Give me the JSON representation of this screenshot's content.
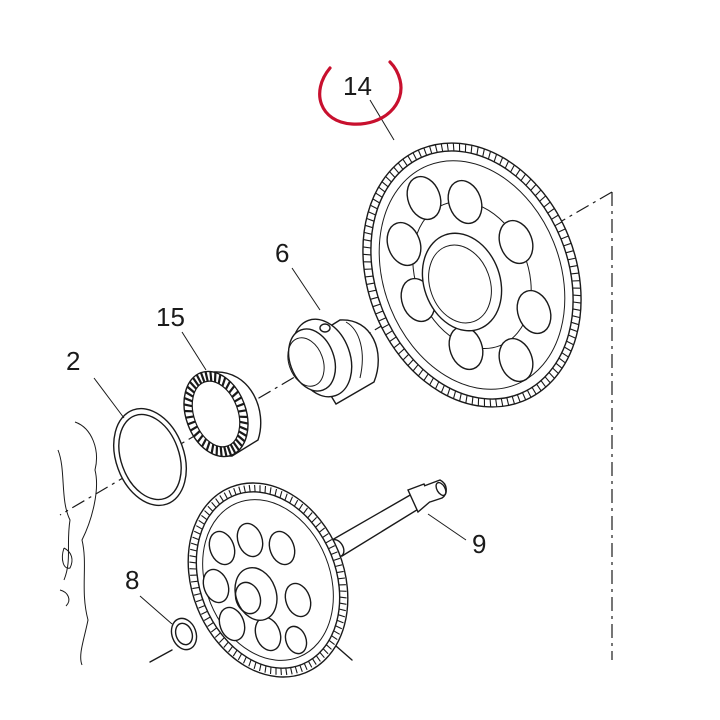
{
  "diagram": {
    "callouts": {
      "part_14": "14",
      "part_6": "6",
      "part_15": "15",
      "part_2": "2",
      "part_9": "9",
      "part_8": "8"
    },
    "highlight": {
      "part": "14",
      "color": "#c8102e"
    }
  }
}
